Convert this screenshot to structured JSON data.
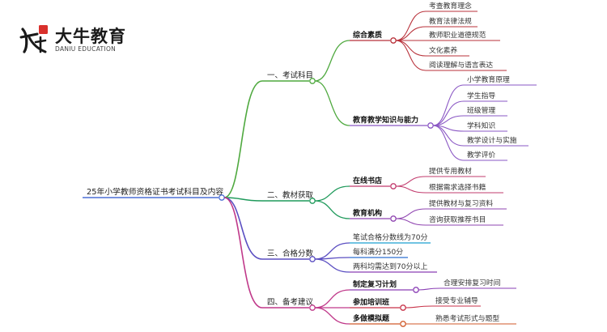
{
  "brand": {
    "name": "大牛教育",
    "subtitle": "DANIU EDUCATION",
    "mark_glyph": "大牛",
    "accent_color": "#d9302c"
  },
  "mindmap": {
    "root": "25年小学教师资格证书考试科目及内容",
    "branches": [
      {
        "label": "一、考试科目",
        "color": "#4fa93f",
        "children": [
          {
            "label": "综合素质",
            "color": "#b8313a",
            "children": [
              "考查教育理念",
              "教育法律法规",
              "教师职业道德规范",
              "文化素养",
              "阅读理解与语言表达"
            ]
          },
          {
            "label": "教育教学知识与能力",
            "color": "#8a57c4",
            "children": [
              "小学教育原理",
              "学生指导",
              "班级管理",
              "学科知识",
              "教学设计与实施",
              "教学评价"
            ]
          }
        ]
      },
      {
        "label": "二、教材获取",
        "color": "#1f9a5b",
        "children": [
          {
            "label": "在线书店",
            "color": "#c23b6d",
            "children": [
              "提供专用教材",
              "根据需求选择书籍"
            ]
          },
          {
            "label": "教育机构",
            "color": "#8f44b0",
            "children": [
              "提供教材与复习资料",
              "咨询获取推荐书目"
            ]
          }
        ]
      },
      {
        "label": "三、合格分数",
        "color": "#5b4fc2",
        "children": [
          {
            "label": "笔试合格分数线为70分",
            "color": "#1b9fd0",
            "children": []
          },
          {
            "label": "每科满分150分",
            "color": "#2c6fd1",
            "children": []
          },
          {
            "label": "两科均需达到70分以上",
            "color": "#8a3fb5",
            "children": []
          }
        ]
      },
      {
        "label": "四、备考建议",
        "color": "#c0398a",
        "children": [
          {
            "label": "制定复习计划",
            "color": "#8a3fb5",
            "children": [
              "合理安排复习时间"
            ]
          },
          {
            "label": "参加培训班",
            "color": "#c83248",
            "children": [
              "接受专业辅导"
            ]
          },
          {
            "label": "多做模拟题",
            "color": "#d05a2a",
            "children": [
              "熟悉考试形式与题型"
            ]
          }
        ]
      }
    ]
  }
}
